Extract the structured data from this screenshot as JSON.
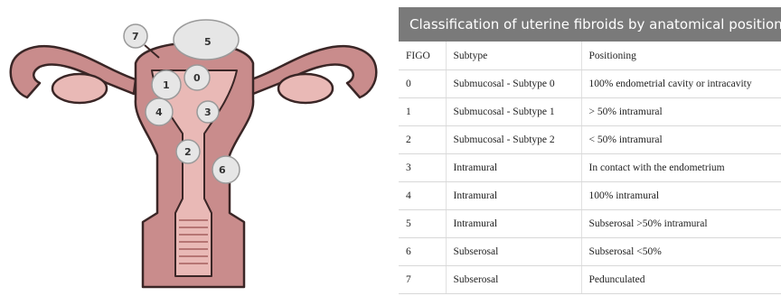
{
  "illustration": {
    "labels": [
      "0",
      "1",
      "2",
      "3",
      "4",
      "5",
      "6",
      "7"
    ]
  },
  "table": {
    "title": "Classification of uterine fibroids by anatomical positioning",
    "headers": [
      "FIGO",
      "Subtype",
      "Positioning"
    ],
    "rows": [
      [
        "0",
        "Submucosal - Subtype 0",
        "100% endometrial cavity or intracavity"
      ],
      [
        "1",
        "Submucosal - Subtype 1",
        "> 50% intramural"
      ],
      [
        "2",
        "Submucosal - Subtype 2",
        "< 50% intramural"
      ],
      [
        "3",
        "Intramural",
        "In contact with the endometrium"
      ],
      [
        "4",
        "Intramural",
        "100% intramural"
      ],
      [
        "5",
        "Intramural",
        "Subserosal >50% intramural"
      ],
      [
        "6",
        "Subserosal",
        "Subserosal <50%"
      ],
      [
        "7",
        "Subserosal",
        "Pedunculated"
      ]
    ]
  },
  "colors": {
    "header_bg": "#7a7a7a",
    "uterus_wall": "#c98c8c",
    "uterus_inner": "#e9b9b6",
    "fibroid": "#e6e6e6"
  }
}
